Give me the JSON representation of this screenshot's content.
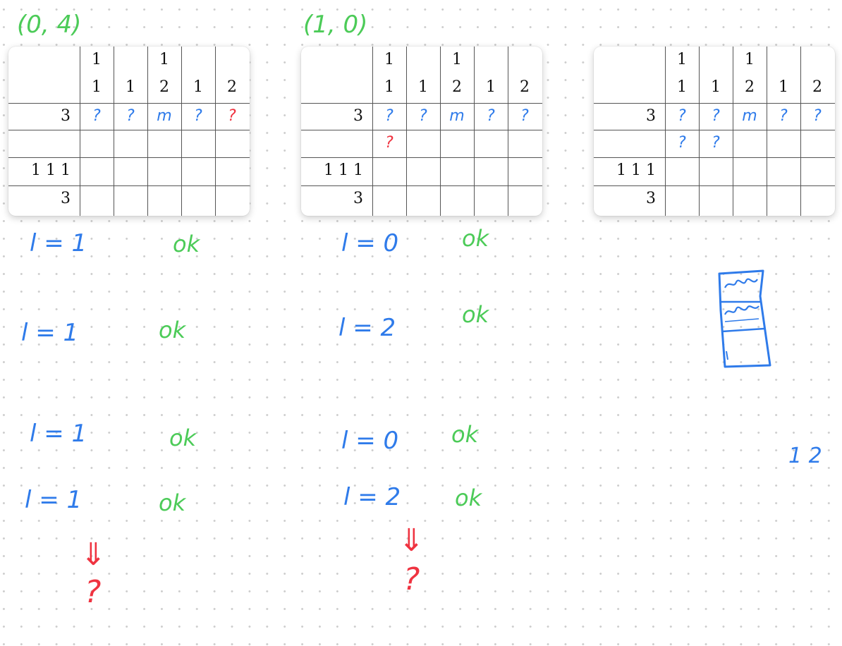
{
  "puzzles": [
    {
      "label": "(0, 4)",
      "col_clues_top": [
        "",
        "1",
        "",
        "1",
        "",
        ""
      ],
      "col_clues_bottom": [
        "",
        "1",
        "1",
        "2",
        "1",
        "2"
      ],
      "row_clues": [
        "3",
        "",
        "1 1 1",
        "3"
      ],
      "row1_marks": [
        "?",
        "?",
        "m",
        "?",
        "?"
      ],
      "row1_colors": [
        "blue",
        "blue",
        "blue",
        "blue",
        "red"
      ],
      "row2_marks": [
        "",
        "",
        "",
        "",
        ""
      ],
      "row2_colors": [
        "blue",
        "blue",
        "blue",
        "blue",
        "blue"
      ]
    },
    {
      "label": "(1, 0)",
      "col_clues_top": [
        "",
        "1",
        "",
        "1",
        "",
        ""
      ],
      "col_clues_bottom": [
        "",
        "1",
        "1",
        "2",
        "1",
        "2"
      ],
      "row_clues": [
        "3",
        "",
        "1 1 1",
        "3"
      ],
      "row1_marks": [
        "?",
        "?",
        "m",
        "?",
        "?"
      ],
      "row1_colors": [
        "blue",
        "blue",
        "blue",
        "blue",
        "blue"
      ],
      "row2_marks": [
        "?",
        "",
        "",
        "",
        ""
      ],
      "row2_colors": [
        "red",
        "blue",
        "blue",
        "blue",
        "blue"
      ]
    },
    {
      "label": "",
      "col_clues_top": [
        "",
        "1",
        "",
        "1",
        "",
        ""
      ],
      "col_clues_bottom": [
        "",
        "1",
        "1",
        "2",
        "1",
        "2"
      ],
      "row_clues": [
        "3",
        "",
        "1 1 1",
        "3"
      ],
      "row1_marks": [
        "?",
        "?",
        "m",
        "?",
        "?"
      ],
      "row1_colors": [
        "blue",
        "blue",
        "blue",
        "blue",
        "blue"
      ],
      "row2_marks": [
        "?",
        "?",
        "",
        "",
        ""
      ],
      "row2_colors": [
        "blue",
        "blue",
        "blue",
        "blue",
        "blue"
      ]
    }
  ],
  "notes_left": [
    {
      "eq": "l = 1",
      "status": "ok"
    },
    {
      "eq": "l = 1",
      "status": "ok"
    },
    {
      "eq": "l = 1",
      "status": "ok"
    },
    {
      "eq": "l = 1",
      "status": "ok"
    }
  ],
  "notes_middle": [
    {
      "eq": "l = 0",
      "status": "ok"
    },
    {
      "eq": "l = 2",
      "status": "ok"
    },
    {
      "eq": "l = 0",
      "status": "ok"
    },
    {
      "eq": "l = 2",
      "status": "ok"
    }
  ],
  "implies_left": {
    "arrow": "⇓",
    "q": "?"
  },
  "implies_middle": {
    "arrow": "⇓",
    "q": "?"
  },
  "side_note": "1 2",
  "colors": {
    "blue": "#2f7bea",
    "green": "#4ccb58",
    "red": "#ef3340"
  },
  "icons": [
    "column-sketch-icon"
  ]
}
